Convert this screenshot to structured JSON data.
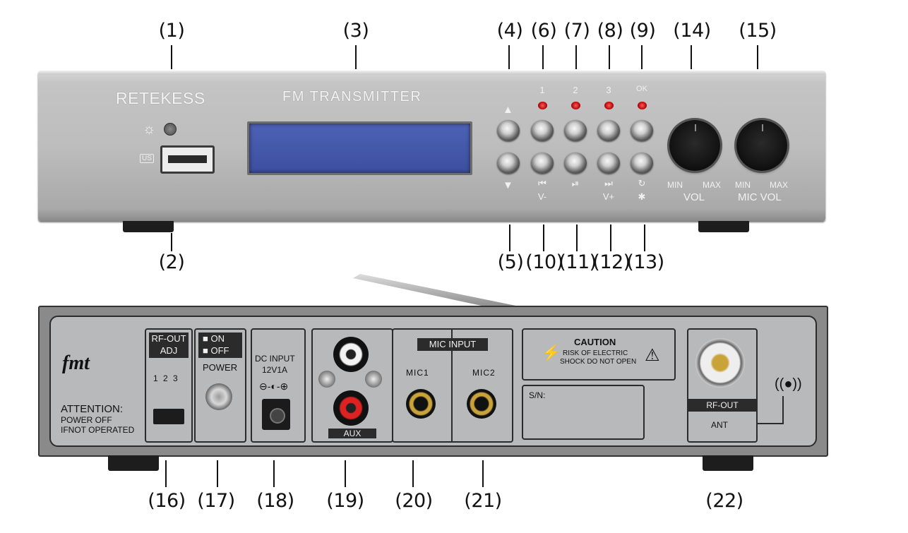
{
  "callouts": {
    "c1": "(1)",
    "c2": "(2)",
    "c3": "(3)",
    "c4": "(4)",
    "c5": "(5)",
    "c6": "(6)",
    "c7": "(7)",
    "c8": "(8)",
    "c9": "(9)",
    "c10": "(10)",
    "c11": "(11)",
    "c12": "(12)",
    "c13": "(13)",
    "c14": "(14)",
    "c15": "(15)",
    "c16": "(16)",
    "c17": "(17)",
    "c18": "(18)",
    "c19": "(19)",
    "c20": "(20)",
    "c21": "(21)",
    "c22": "(22)"
  },
  "front": {
    "brand": "RETEKESS",
    "title": "FM TRANSMITTER",
    "usb_label": "US",
    "up_arrow": "▲",
    "down_arrow": "▼",
    "led_labels": [
      "1",
      "2",
      "3",
      "OK"
    ],
    "btn_icons": [
      "⏮",
      "⏯",
      "⏭",
      "↻"
    ],
    "btn_sub": [
      "V-",
      "",
      "V+",
      "✱"
    ],
    "vol_min": "MIN",
    "vol_max": "MAX",
    "vol_label": "VOL",
    "mic_min": "MIN",
    "mic_max": "MAX",
    "mic_label": "MIC VOL",
    "accent_lcd": "#4458a8"
  },
  "rear": {
    "logo": "fmt",
    "attention_title": "ATTENTION:",
    "attention_line1": "POWER OFF",
    "attention_line2": "IFNOT OPERATED",
    "rfadj_l1": "RF-OUT",
    "rfadj_l2": "ADJ",
    "rfadj_pos": "1 2 3",
    "power_on": "ON",
    "power_off": "OFF",
    "power_label": "POWER",
    "dc_l1": "DC INPUT",
    "dc_l2": "12V1A",
    "aux_label": "AUX",
    "mic_input": "MIC INPUT",
    "mic1": "MIC1",
    "mic2": "MIC2",
    "caution_title": "CAUTION",
    "caution_l1": "RISK OF ELECTRIC",
    "caution_l2": "SHOCK DO NOT OPEN",
    "sn_label": "S/N:",
    "rf_out": "RF-OUT",
    "ant": "ANT"
  }
}
